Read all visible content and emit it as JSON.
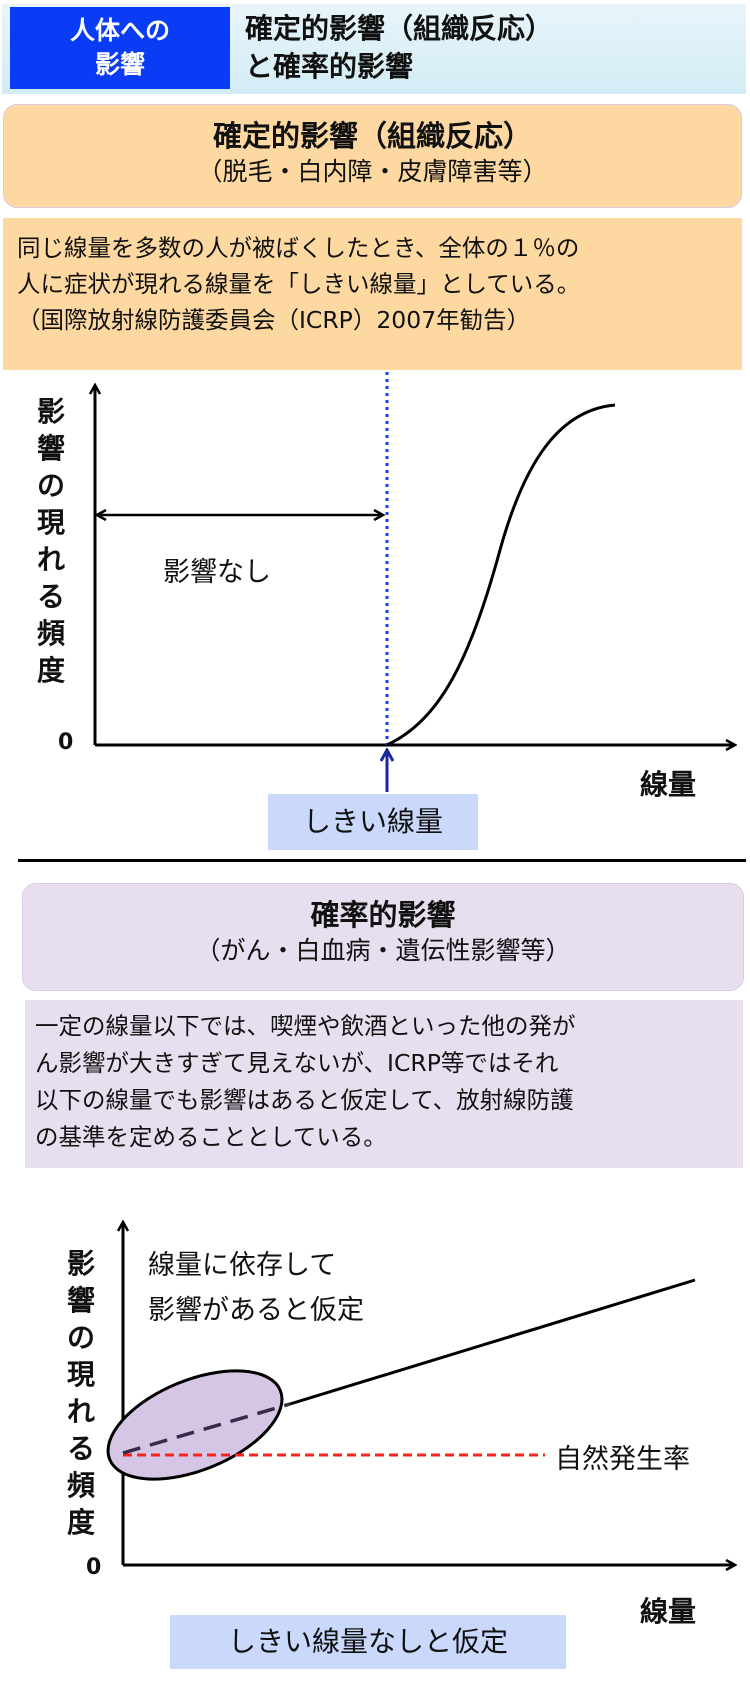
{
  "header": {
    "badge": [
      "人体への",
      "影響"
    ],
    "title": [
      "確定的影響（組織反応）",
      "と確率的影響"
    ],
    "badge_color": "#0a3cf5"
  },
  "deterministic": {
    "title": "確定的影響（組織反応）",
    "subtitle": "（脱毛・白内障・皮膚障害等）",
    "description": [
      "同じ線量を多数の人が被ばくしたとき、全体の１％の",
      "人に症状が現れる線量を「しきい線量」としている。",
      "（国際放射線防護委員会（ICRP）2007年勧告）"
    ],
    "graph": {
      "y_label": "影響の現れる頻度",
      "x_label": "線量",
      "origin": "0",
      "no_effect_label": "影響なし",
      "threshold_label": "しきい線量",
      "curve_type": "sigmoid",
      "threshold_line_color": "#1a3cff"
    }
  },
  "stochastic": {
    "title": "確率的影響",
    "subtitle": "（がん・白血病・遺伝性影響等）",
    "description": [
      "一定の線量以下では、喫煙や飲酒といった他の発が",
      "ん影響が大きすぎて見えないが、ICRP等ではそれ",
      "以下の線量でも影響はあると仮定して、放射線防護",
      "の基準を定めることとしている。"
    ],
    "graph": {
      "y_label": "影響の現れる頻度",
      "x_label": "線量",
      "origin": "0",
      "annotation": [
        "線量に依存して",
        "影響があると仮定"
      ],
      "baseline_label": "自然発生率",
      "no_threshold_label": "しきい線量なしと仮定",
      "curve_type": "linear",
      "baseline_color": "#ff2020",
      "ellipse_color": "#d5c6e6"
    }
  }
}
